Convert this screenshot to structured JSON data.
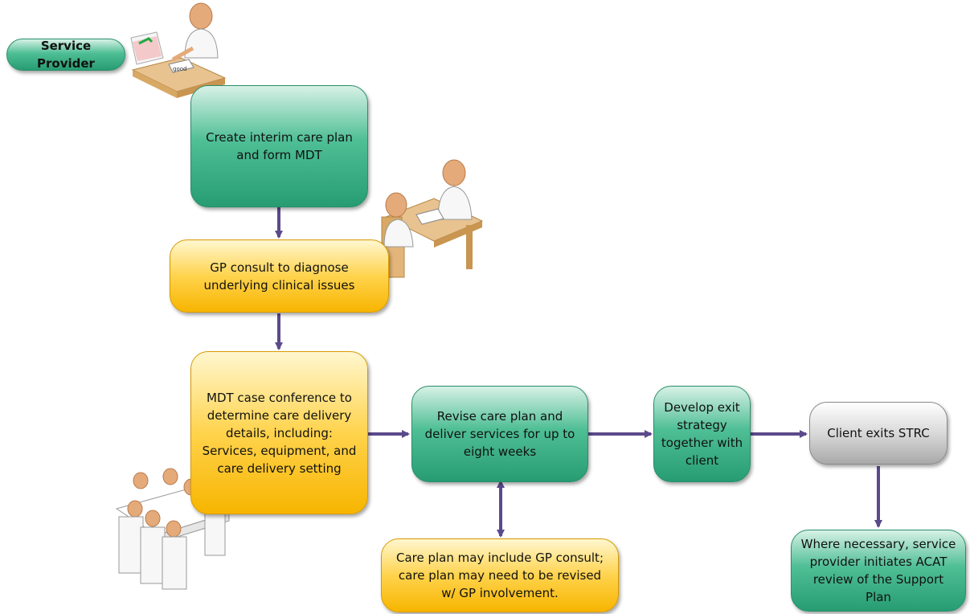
{
  "nodes": {
    "service_provider": "Service Provider",
    "create_plan": "Create interim care plan and form MDT",
    "gp_consult": "GP consult to diagnose underlying clinical issues",
    "mdt_conference": "MDT case conference to determine care delivery details, including: Services, equipment, and care delivery setting",
    "revise_plan": "Revise care plan and deliver services for up to eight weeks",
    "exit_strategy": "Develop exit strategy together with client",
    "client_exits": "Client exits STRC",
    "gp_note": "Care plan may include GP consult; care plan may need to be revised w/ GP involvement.",
    "acat_review": "Where necessary, service provider initiates ACAT review of the Support Plan"
  },
  "illustrations": {
    "provider_desk": "person-at-desk-icon",
    "gp_desk": "doctor-consult-icon",
    "meeting": "meeting-table-icon",
    "desk_label": "good"
  },
  "colors": {
    "arrow": "#5b4a8b",
    "green": "#3bb083",
    "yellow": "#ffc933",
    "gray": "#c9c9c9"
  }
}
